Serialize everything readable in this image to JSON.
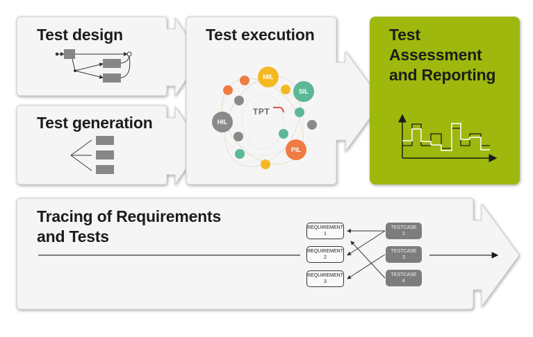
{
  "diagram": {
    "boxes": {
      "test_design": {
        "title": "Test design"
      },
      "test_generation": {
        "title": "Test generation"
      },
      "test_execution": {
        "title": "Test execution",
        "logo_text": "TPT",
        "environments": [
          {
            "label": "MIL",
            "color": "#f5b823"
          },
          {
            "label": "SIL",
            "color": "#5cb896"
          },
          {
            "label": "HIL",
            "color": "#8a8a8a"
          },
          {
            "label": "PIL",
            "color": "#ef7b45"
          }
        ]
      },
      "test_assessment": {
        "title_lines": [
          "Test",
          "Assessment",
          "and Reporting"
        ],
        "color": "#9fb811"
      },
      "tracing": {
        "title_lines": [
          "Tracing of Requirements",
          "and Tests"
        ],
        "requirements": [
          {
            "label": "REQUIREMENT",
            "number": "1"
          },
          {
            "label": "REQUIREMENT",
            "number": "2"
          },
          {
            "label": "REQUIREMENT",
            "number": "3"
          }
        ],
        "testcases": [
          {
            "label": "TESTCASE",
            "number": "2"
          },
          {
            "label": "TESTCASE",
            "number": "3"
          },
          {
            "label": "TESTCASE",
            "number": "4"
          }
        ],
        "links": [
          {
            "from_testcase": "2",
            "to_requirement": "1"
          },
          {
            "from_testcase": "2",
            "to_requirement": "2"
          },
          {
            "from_testcase": "3",
            "to_requirement": "3"
          },
          {
            "from_testcase": "4",
            "to_requirement": "1"
          }
        ]
      }
    },
    "colors": {
      "panel": "#f5f5f5",
      "panel_border": "#c8c8c8",
      "text": "#1c1c1c",
      "accent_green": "#9fb811"
    }
  }
}
